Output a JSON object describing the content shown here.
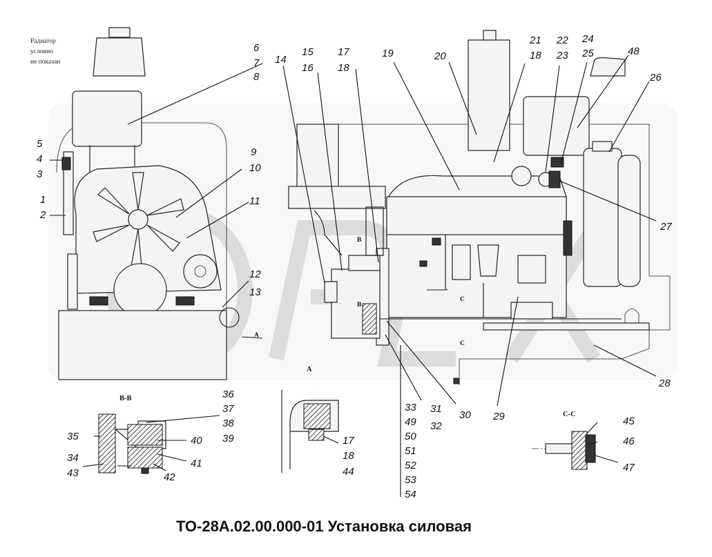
{
  "title": "ТО-28А.02.00.000-01 Установка силовая",
  "note": [
    "Радиатор",
    "условно",
    "не показан"
  ],
  "watermark": "OPEX",
  "sections": {
    "bb": "B-B",
    "a": "A",
    "cc": "C-C"
  },
  "markers": {
    "a_arrow": "A",
    "b_top": "B",
    "b_bottom": "B",
    "c_top": "C",
    "c_bottom": "C"
  },
  "callouts": {
    "c1": "1",
    "c2": "2",
    "c3": "3",
    "c4": "4",
    "c5": "5",
    "c6": "6",
    "c7": "7",
    "c8": "8",
    "c9": "9",
    "c10": "10",
    "c11": "11",
    "c12": "12",
    "c13": "13",
    "c14": "14",
    "c15": "15",
    "c16": "16",
    "c17": "17",
    "c18": "18",
    "c19": "19",
    "c20": "20",
    "c21": "21",
    "c18b": "18",
    "c22": "22",
    "c23": "23",
    "c24": "24",
    "c25": "25",
    "c48": "48",
    "c26": "26",
    "c27": "27",
    "c28": "28",
    "c29": "29",
    "c30": "30",
    "c31": "31",
    "c32": "32",
    "c33": "33",
    "c49": "49",
    "c50": "50",
    "c51": "51",
    "c52": "52",
    "c53": "53",
    "c54": "54",
    "c36": "36",
    "c37": "37",
    "c38": "38",
    "c39": "39",
    "c35": "35",
    "c40": "40",
    "c41": "41",
    "c42": "42",
    "c34": "34",
    "c43": "43",
    "c17b": "17",
    "c18c": "18",
    "c44": "44",
    "c45": "45",
    "c46": "46",
    "c47": "47"
  }
}
